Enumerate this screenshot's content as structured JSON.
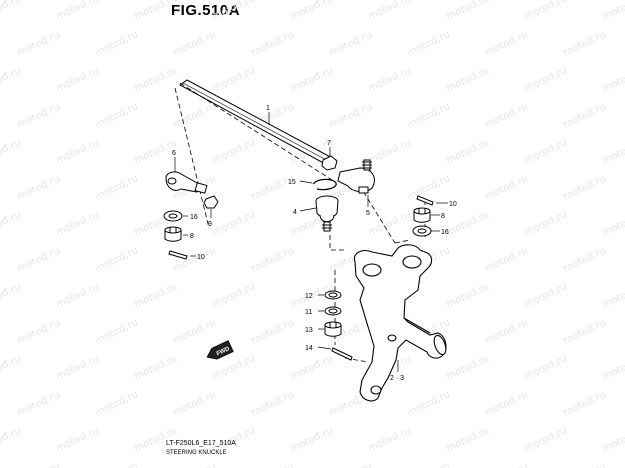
{
  "figure_title": "FIG.510A",
  "drawing_code": "LT-F250L6_E17_510A",
  "caption": "STEERING KNUCKLE",
  "watermark": "motod.ru",
  "direction_badge": "FWD",
  "callouts": {
    "c1": "1",
    "c2_3": "2 · 3",
    "c4": "4",
    "c5": "5",
    "c6": "6",
    "c7": "7",
    "c8a": "8",
    "c8b": "8",
    "c9": "9",
    "c10a": "10",
    "c10b": "10",
    "c11": "11",
    "c12": "12",
    "c13": "13",
    "c14": "14",
    "c15": "15",
    "c16a": "16",
    "c16b": "16"
  }
}
